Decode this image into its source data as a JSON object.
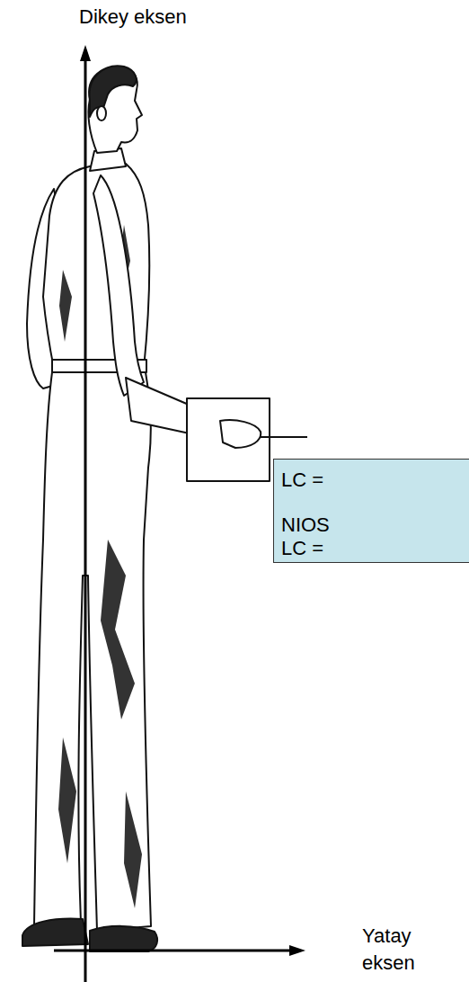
{
  "diagram": {
    "nodes": [
      {
        "text": [
          "LC =",
          "NIOS",
          "LC ="
        ]
      }
    ],
    "labels": [
      "Dikey eksen",
      "Yatay eksen"
    ]
  }
}
